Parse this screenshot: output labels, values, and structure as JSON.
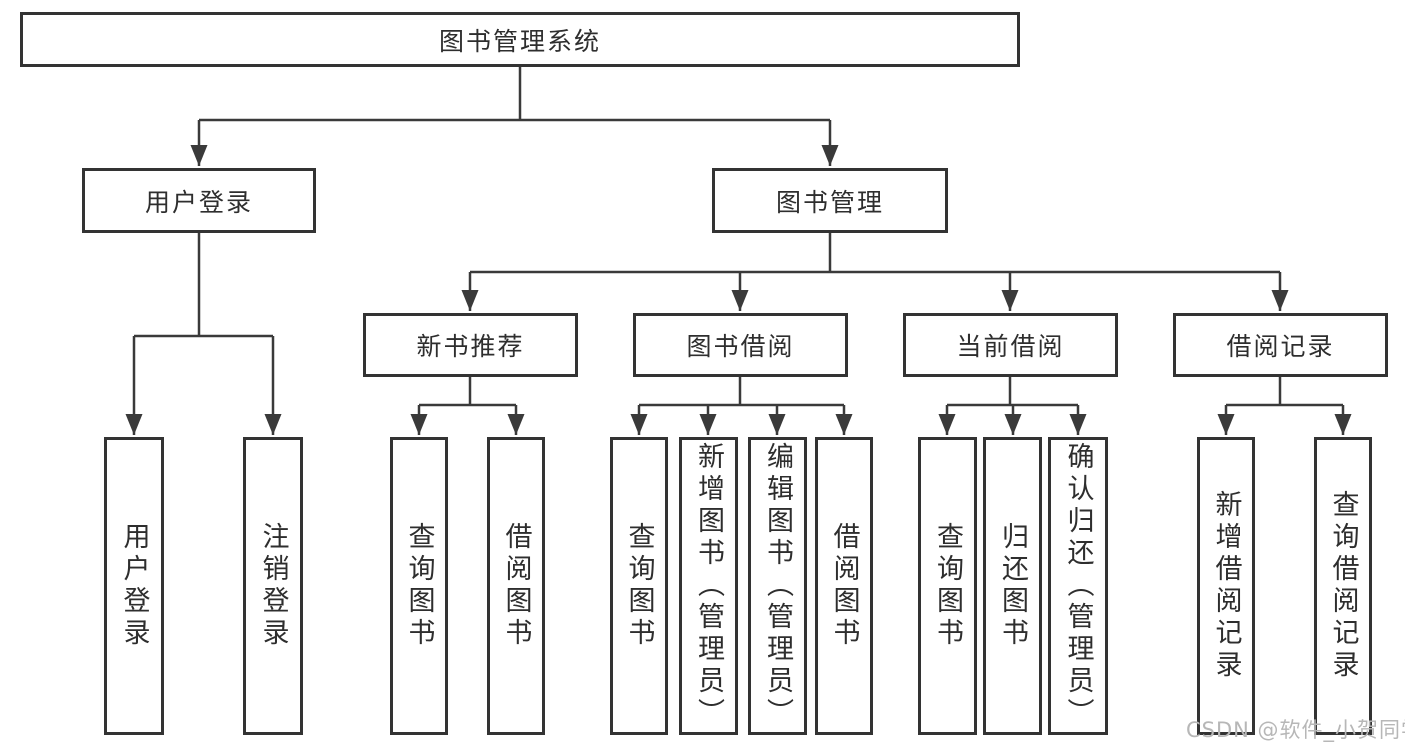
{
  "diagram": {
    "type": "tree",
    "title": "图书管理系统"
  },
  "tree": {
    "root": {
      "label": "图书管理系统"
    },
    "branches": [
      {
        "label": "用户登录",
        "children": [
          {
            "label": "用户登录"
          },
          {
            "label": "注销登录"
          }
        ]
      },
      {
        "label": "图书管理",
        "children": [
          {
            "label": "新书推荐",
            "children": [
              {
                "label": "查询图书"
              },
              {
                "label": "借阅图书"
              }
            ]
          },
          {
            "label": "图书借阅",
            "children": [
              {
                "label": "查询图书"
              },
              {
                "label": "新增图书（管理员）"
              },
              {
                "label": "编辑图书（管理员）"
              },
              {
                "label": "借阅图书"
              }
            ]
          },
          {
            "label": "当前借阅",
            "children": [
              {
                "label": "查询图书"
              },
              {
                "label": "归还图书"
              },
              {
                "label": "确认归还（管理员）"
              }
            ]
          },
          {
            "label": "借阅记录",
            "children": [
              {
                "label": "新增借阅记录"
              },
              {
                "label": "查询借阅记录"
              }
            ]
          }
        ]
      }
    ]
  },
  "watermark": {
    "text": "CSDN @软件_小贺同学"
  },
  "colors": {
    "line": "#3a3a3a",
    "box_border": "#333333",
    "text": "#2e2e2e",
    "watermark": "#b7b7b7",
    "background": "#ffffff"
  }
}
